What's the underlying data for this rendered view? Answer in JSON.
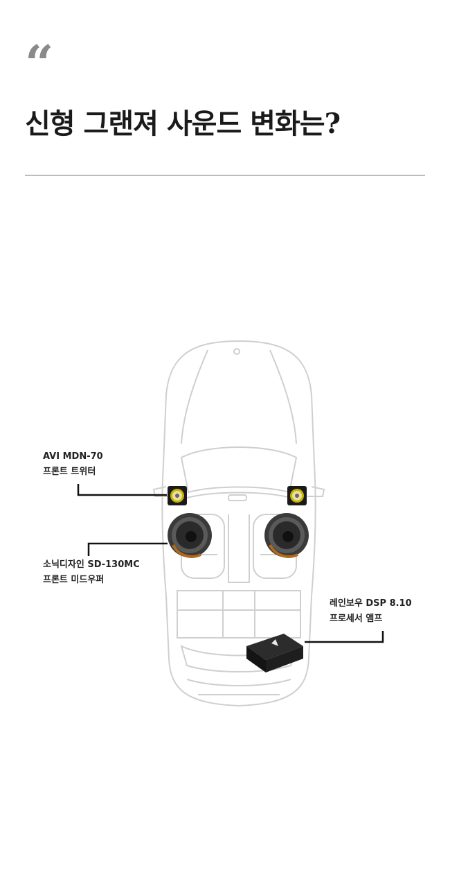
{
  "quote_mark": "“",
  "headline": "신형 그랜져 사운드 변화는?",
  "callouts": {
    "tweeter": {
      "line1": "AVI MDN-70",
      "line2": "프론트 트위터"
    },
    "midwoofer": {
      "line1": "소닉디자인 SD-130MC",
      "line2": "프론트 미드우퍼"
    },
    "amp": {
      "line1": "레인보우 DSP 8.10",
      "line2": "프로세서 앰프"
    }
  },
  "colors": {
    "car_outline": "#cfcfcf",
    "leader_line": "#111111",
    "tweeter_accent": "#c8b400",
    "speaker_cone": "#2a2a2a",
    "amp_body": "#1c1c1c",
    "rule": "#bdbdbd"
  }
}
